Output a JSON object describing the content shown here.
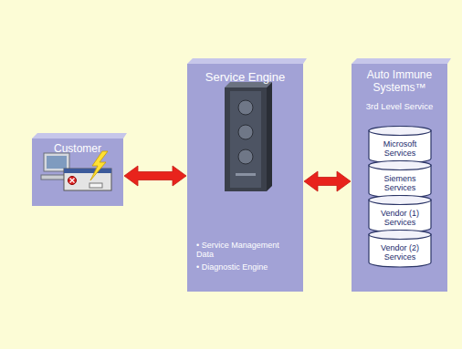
{
  "diagram": {
    "nodes": [
      {
        "text": [
          "Customer"
        ]
      },
      {
        "text": [
          "Service Engine",
          "• Service Management Data",
          "• Diagnostic Engine"
        ]
      },
      {
        "text": [
          "Auto Immune Systems™",
          "3rd Level Service"
        ]
      },
      {
        "text": [
          "Microsoft Services"
        ],
        "in": 2
      },
      {
        "text": [
          "Siemens Services"
        ],
        "in": 2
      },
      {
        "text": [
          "Vendor (1) Services"
        ],
        "in": 2
      },
      {
        "text": [
          "Vendor (2) Services"
        ],
        "in": 2
      }
    ],
    "edges": [
      {
        "from": 0,
        "to": 1,
        "arrow": "both"
      },
      {
        "from": 1,
        "to": 2,
        "arrow": "both"
      }
    ]
  }
}
